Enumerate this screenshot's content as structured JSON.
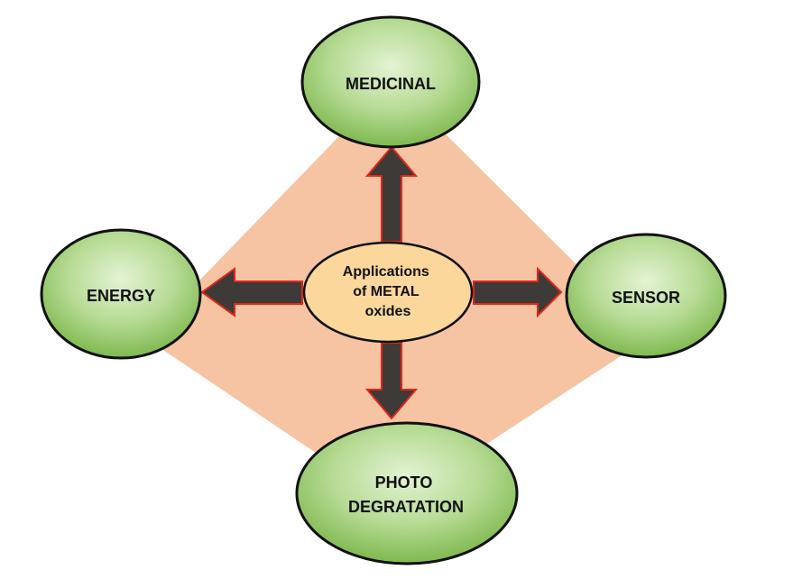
{
  "diagram": {
    "center": {
      "lines": [
        "Applications",
        "of METAL",
        "oxides"
      ]
    },
    "nodes": {
      "top": {
        "lines": [
          "MEDICINAL"
        ]
      },
      "left": {
        "lines": [
          "ENERGY"
        ]
      },
      "right": {
        "lines": [
          "SENSOR"
        ]
      },
      "bottom": {
        "lines": [
          "PHOTO",
          "DEGRATATION"
        ]
      }
    },
    "colors": {
      "diamond_fill": "#f6c4a3",
      "node_fill_light": "#e4f3d4",
      "node_fill_dark": "#7fb84f",
      "node_stroke": "#111111",
      "center_fill": "#fbd79c",
      "arrow_fill": "#3d3a38",
      "arrow_stroke": "#e2261c"
    }
  }
}
